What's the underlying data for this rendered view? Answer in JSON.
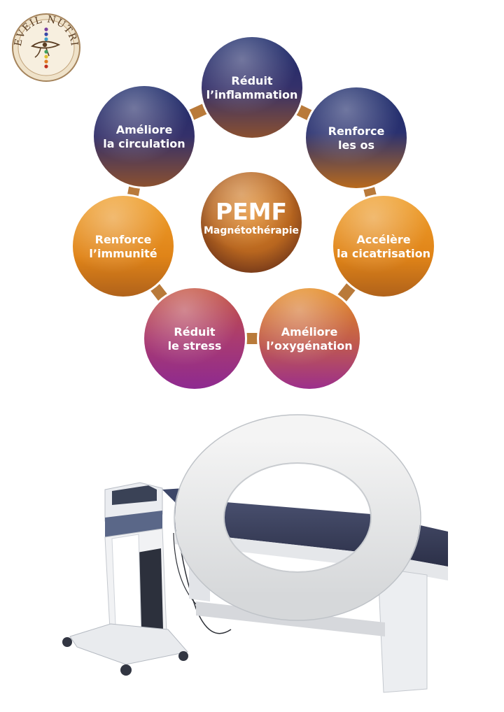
{
  "logo": {
    "text": "EVEIL NUTRI"
  },
  "diagram": {
    "center": {
      "title": "PEMF",
      "subtitle": "Magnétothérapie"
    },
    "nodes": [
      {
        "id": "inflammation",
        "lines": [
          "Réduit",
          "l’inflammation"
        ]
      },
      {
        "id": "bones",
        "lines": [
          "Renforce",
          "les os"
        ]
      },
      {
        "id": "healing",
        "lines": [
          "Accélère",
          "la cicatrisation"
        ]
      },
      {
        "id": "oxygenation",
        "lines": [
          "Améliore",
          "l’oxygénation"
        ]
      },
      {
        "id": "stress",
        "lines": [
          "Réduit",
          "le stress"
        ]
      },
      {
        "id": "immunity",
        "lines": [
          "Renforce",
          "l’immunité"
        ]
      },
      {
        "id": "circulation",
        "lines": [
          "Améliore",
          "la circulation"
        ]
      }
    ]
  },
  "colors": {
    "navy": "#1e2e6b",
    "orange": "#e08a1c",
    "magenta": "#a23b86",
    "center_brown": "#7a3e1a"
  }
}
